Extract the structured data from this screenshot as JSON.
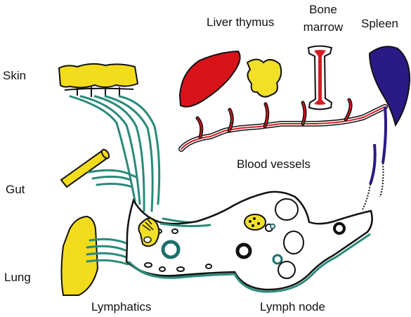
{
  "labels": {
    "skin": "Skin",
    "gut": "Gut",
    "lung": "Lung",
    "liver_thymus": "Liver thymus",
    "bone_marrow_line1": "Bone",
    "bone_marrow_line2": "marrow",
    "spleen": "Spleen",
    "blood_vessels": "Blood vessels",
    "lymphatics": "Lymphatics",
    "lymph_node": "Lymph node"
  },
  "colors": {
    "skin": "#f3dc1c",
    "gut": "#f3dc1c",
    "lung": "#f3dc1c",
    "liver": "#d8141a",
    "thymus": "#f1e026",
    "bone_marrow": "#d81a24",
    "spleen": "#2a1a86",
    "blood_vessel": "#e0141e",
    "lymphatic": "#2a8a7a",
    "outline": "#111111",
    "cell_ring": "#1d6f6a"
  }
}
